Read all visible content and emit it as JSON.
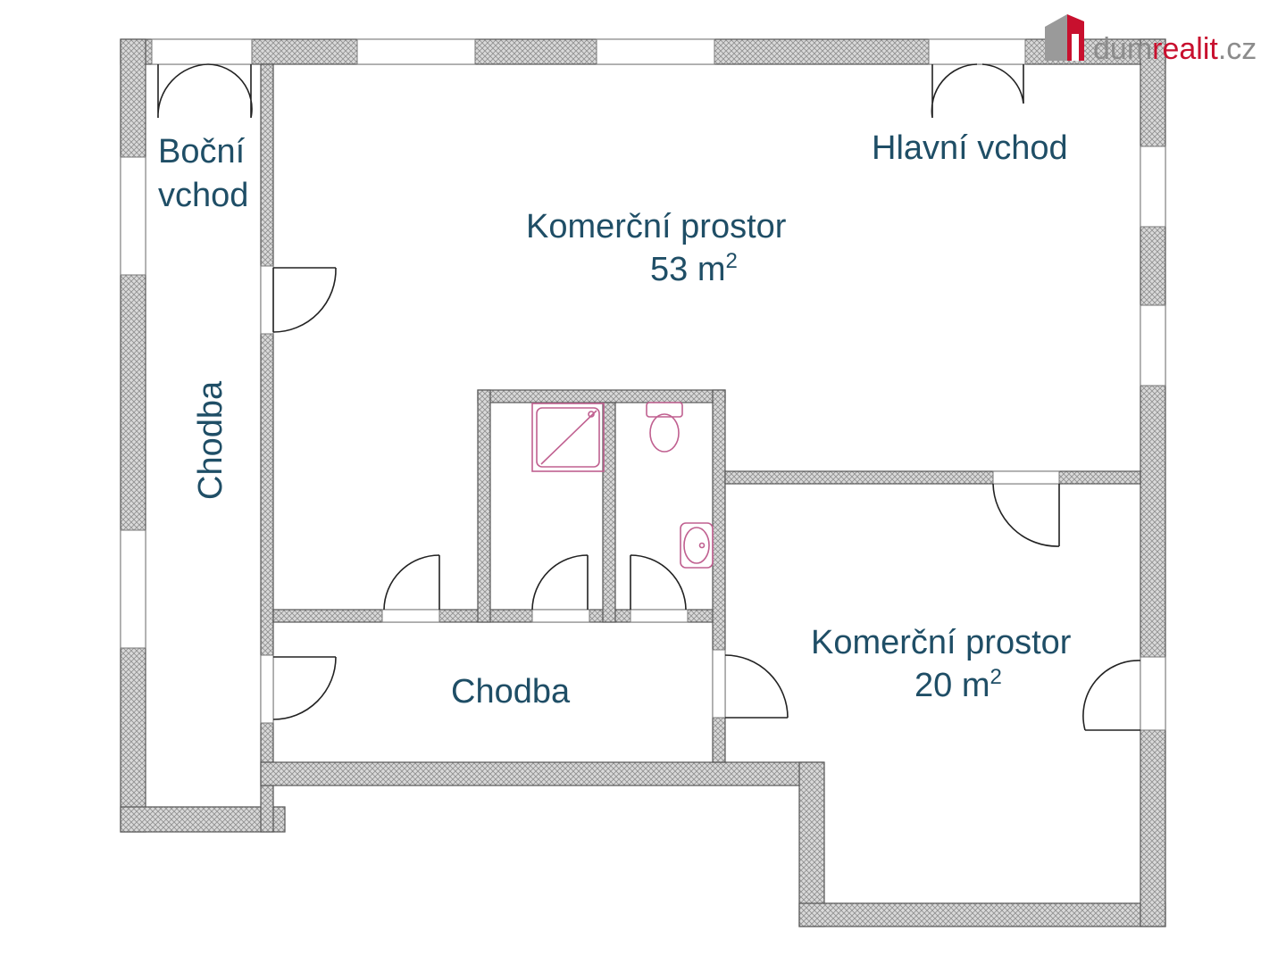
{
  "logo": {
    "part_dum": "dum",
    "part_realit": "realit",
    "part_cz": ".cz",
    "colors": {
      "dum": "#8c8c8c",
      "realit": "#c8102e",
      "cz": "#8c8c8c"
    }
  },
  "rooms": {
    "side_entrance": {
      "line1": "Boční",
      "line2": "vchod"
    },
    "main_entrance": "Hlavní vchod",
    "commercial_large": {
      "name": "Komerční prostor",
      "area": "53 m",
      "unit_sup": "2"
    },
    "corridor_vertical": "Chodba",
    "corridor_horizontal": "Chodba",
    "commercial_small": {
      "name": "Komerční prostor",
      "area": "20 m",
      "unit_sup": "2"
    }
  },
  "colors": {
    "wall_fill": "#a9a9a9",
    "text": "#1f4e66",
    "fixture": "#c06090"
  },
  "icons": [
    "shower-icon",
    "toilet-icon",
    "sink-icon",
    "door-swing-icon",
    "logo-house-icon"
  ]
}
